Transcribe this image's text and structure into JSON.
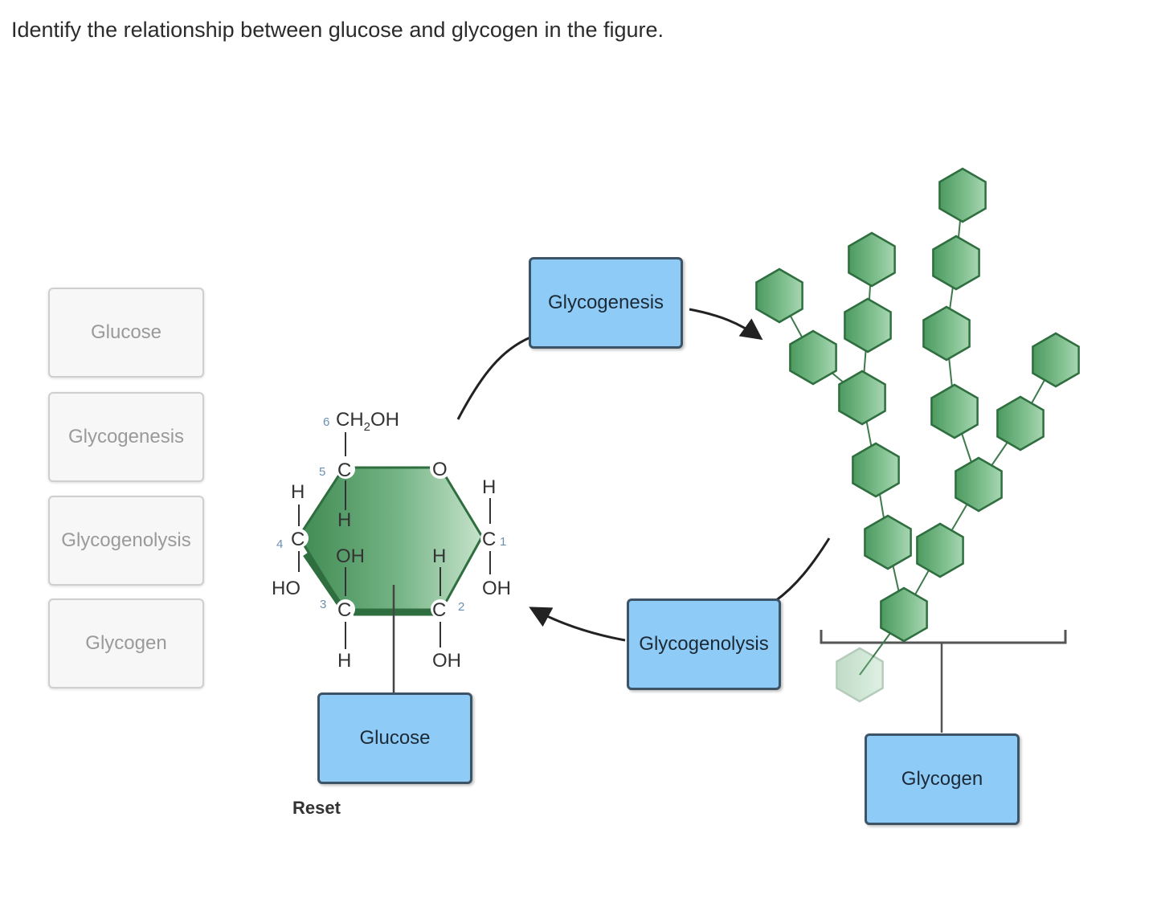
{
  "question": "Identify the relationship between glucose and glycogen in the figure.",
  "bank": [
    "Glucose",
    "Glycogenesis",
    "Glycogenolysis",
    "Glycogen"
  ],
  "labels": {
    "glycogenesis": "Glycogenesis",
    "glycogenolysis": "Glycogenolysis",
    "glucose": "Glucose",
    "glycogen": "Glycogen"
  },
  "reset": "Reset",
  "molecule": {
    "ch2oh": "CH",
    "ch2oh_sub": "2",
    "ch2oh_end": "OH",
    "o": "O",
    "h": "H",
    "c": "C",
    "oh": "OH",
    "ho": "HO",
    "n1": "1",
    "n2": "2",
    "n3": "3",
    "n4": "4",
    "n5": "5",
    "n6": "6"
  },
  "colors": {
    "box_fill": "#8fcbf7",
    "hex_green": "#5aa46c",
    "ring_green": "#3e8a52"
  }
}
